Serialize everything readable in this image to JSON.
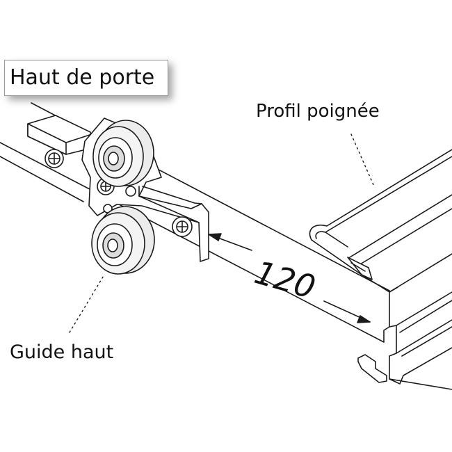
{
  "labels": {
    "top_of_door": "Haut de porte",
    "handle_profile": "Profil poignée",
    "top_guide": "Guide haut",
    "dimension": "120"
  },
  "colors": {
    "line": "#1a1a1a",
    "roller": "#ececec",
    "box_border": "#9a9a9a",
    "background": "#ffffff"
  }
}
